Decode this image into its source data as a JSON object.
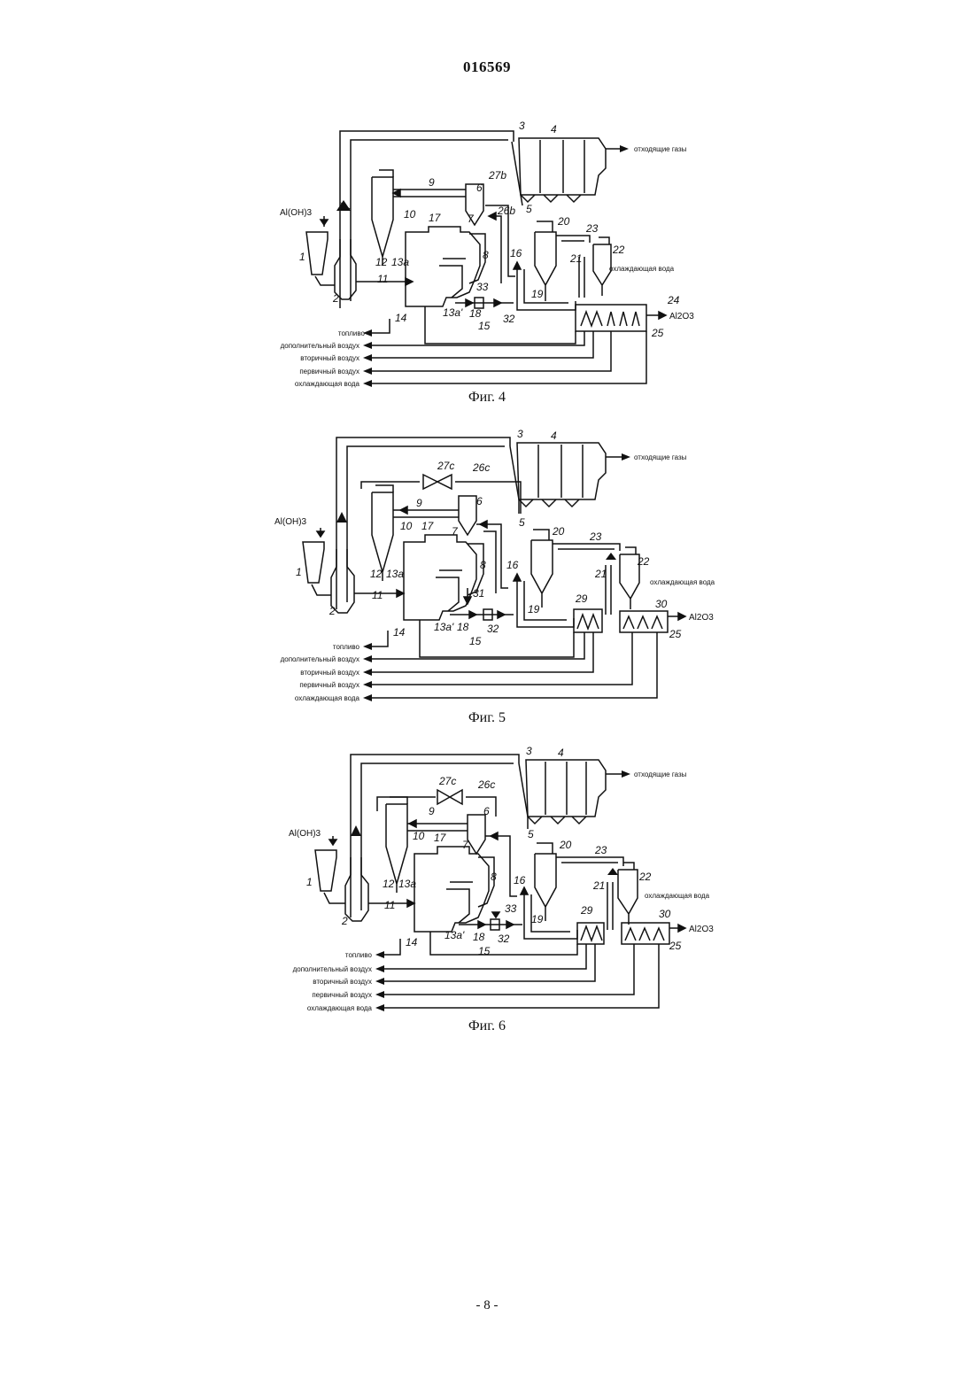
{
  "header": {
    "doc_number": "016569"
  },
  "footer": {
    "page": "- 8 -"
  },
  "figures": [
    {
      "caption": "Фиг. 4",
      "input": "Al(OH)3",
      "output": "Al2O3",
      "outlet_gas": "отходящие газы",
      "cooling_water": "охлаждающая вода",
      "lines": [
        "топливо",
        "дополнительный воздух",
        "вторичный воздух",
        "первичный воздух",
        "охлаждающая вода"
      ],
      "refs": {
        "r1": "1",
        "r2": "2",
        "r3": "3",
        "r4": "4",
        "r5": "5",
        "r6": "6",
        "r7": "7",
        "r8": "8",
        "r9": "9",
        "r10": "10",
        "r11": "11",
        "r12": "12",
        "r13a": "13a",
        "r13b": "13a'",
        "r14": "14",
        "r15": "15",
        "r16": "16",
        "r17": "17",
        "r18": "18",
        "r19": "19",
        "r20": "20",
        "r21": "21",
        "r22": "22",
        "r23": "23",
        "r24": "24",
        "r25": "25",
        "r26": "26b",
        "r27": "27b",
        "r32": "32",
        "r33": "33"
      }
    },
    {
      "caption": "Фиг. 5",
      "input": "Al(OH)3",
      "output": "Al2O3",
      "outlet_gas": "отходящие газы",
      "cooling_water": "охлаждающая вода",
      "lines": [
        "топливо",
        "дополнительный воздух",
        "вторичный воздух",
        "первичный воздух",
        "охлаждающая вода"
      ],
      "refs": {
        "r1": "1",
        "r2": "2",
        "r3": "3",
        "r4": "4",
        "r5": "5",
        "r6": "6",
        "r7": "7",
        "r8": "8",
        "r9": "9",
        "r10": "10",
        "r11": "11",
        "r12": "12",
        "r13a": "13a",
        "r13b": "13a'",
        "r14": "14",
        "r15": "15",
        "r16": "16",
        "r17": "17",
        "r18": "18",
        "r19": "19",
        "r20": "20",
        "r21": "21",
        "r22": "22",
        "r23": "23",
        "r25": "25",
        "r26": "26c",
        "r27": "27c",
        "r29": "29",
        "r30": "30",
        "r31": "31",
        "r32": "32"
      }
    },
    {
      "caption": "Фиг. 6",
      "input": "Al(OH)3",
      "output": "Al2O3",
      "outlet_gas": "отходящие газы",
      "cooling_water": "охлаждающая вода",
      "lines": [
        "топливо",
        "дополнительный воздух",
        "вторичный воздух",
        "первичный воздух",
        "охлаждающая вода"
      ],
      "refs": {
        "r1": "1",
        "r2": "2",
        "r3": "3",
        "r4": "4",
        "r5": "5",
        "r6": "6",
        "r7": "7",
        "r8": "8",
        "r9": "9",
        "r10": "10",
        "r11": "11",
        "r12": "12",
        "r13a": "13a",
        "r13b": "13a'",
        "r14": "14",
        "r15": "15",
        "r16": "16",
        "r17": "17",
        "r18": "18",
        "r19": "19",
        "r20": "20",
        "r21": "21",
        "r22": "22",
        "r23": "23",
        "r25": "25",
        "r26": "26c",
        "r27": "27c",
        "r29": "29",
        "r30": "30",
        "r32": "32",
        "r33": "33"
      }
    }
  ]
}
